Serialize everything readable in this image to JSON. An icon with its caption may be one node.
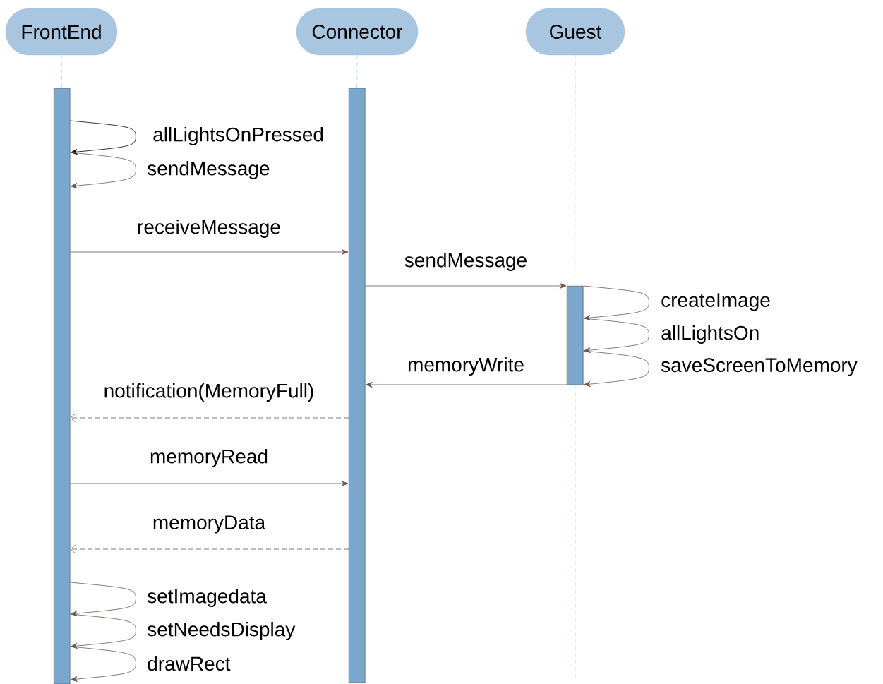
{
  "diagram": {
    "nodes": [
      {
        "text": [
          "FrontEnd"
        ]
      },
      {
        "text": [
          "Connector"
        ]
      },
      {
        "text": [
          "Guest"
        ]
      },
      {
        "text": [],
        "shape": "bar"
      },
      {
        "text": [],
        "shape": "bar"
      },
      {
        "text": [],
        "shape": "bar"
      }
    ],
    "edges": [
      {
        "from": 3,
        "to": 3,
        "arrow": "to",
        "label": "allLightsOnPressed",
        "color": "#000000"
      },
      {
        "from": 3,
        "to": 3,
        "arrow": "to",
        "label": "sendMessage"
      },
      {
        "from": 3,
        "to": 4,
        "arrow": "to",
        "label": "receiveMessage"
      },
      {
        "from": 4,
        "to": 5,
        "arrow": "to",
        "label": "sendMessage"
      },
      {
        "from": 5,
        "to": 5,
        "arrow": "to",
        "label": "createImage"
      },
      {
        "from": 5,
        "to": 5,
        "arrow": "to",
        "label": "allLightsOn"
      },
      {
        "from": 5,
        "to": 5,
        "arrow": "to",
        "label": "saveScreenToMemory"
      },
      {
        "from": 5,
        "to": 4,
        "arrow": "to",
        "label": "memoryWrite"
      },
      {
        "from": 4,
        "to": 3,
        "arrow": "to",
        "label": "notification(MemoryFull)",
        "style": "dashed"
      },
      {
        "from": 3,
        "to": 4,
        "arrow": "to",
        "label": "memoryRead"
      },
      {
        "from": 4,
        "to": 3,
        "arrow": "to",
        "label": "memoryData",
        "style": "dashed"
      },
      {
        "from": 3,
        "to": 3,
        "arrow": "to",
        "label": "setImagedata"
      },
      {
        "from": 3,
        "to": 3,
        "arrow": "to",
        "label": "setNeedsDisplay"
      },
      {
        "from": 3,
        "to": 3,
        "arrow": "to",
        "label": "drawRect"
      },
      {
        "from": 0,
        "to": 3,
        "arrow": "none",
        "style": "dashed",
        "color": "#b8d0e6"
      },
      {
        "from": 1,
        "to": 4,
        "arrow": "none",
        "style": "dashed",
        "color": "#b8d0e6"
      },
      {
        "from": 2,
        "to": 5,
        "arrow": "none",
        "style": "dashed",
        "color": "#b8d0e6"
      }
    ]
  }
}
